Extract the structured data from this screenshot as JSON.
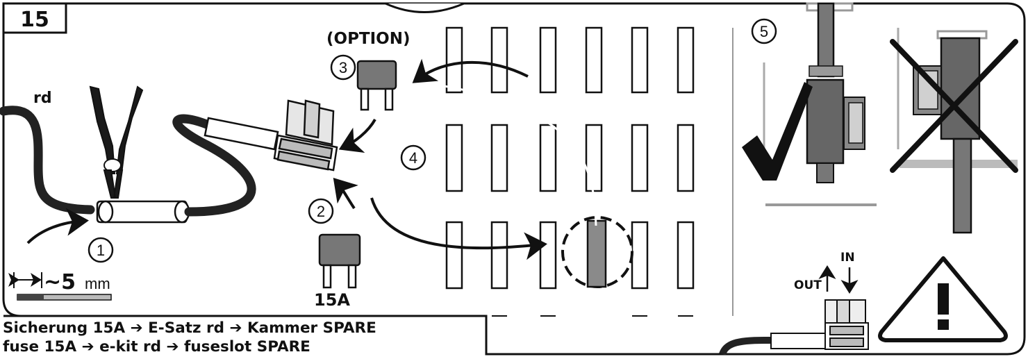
{
  "step_number": "15",
  "option_label": "(OPTION)",
  "wire_color_label": "rd",
  "fuse_rating_label": "15A",
  "strip_length": {
    "approx": "~5",
    "unit": "mm"
  },
  "steps": [
    "1",
    "2",
    "3",
    "4",
    "5"
  ],
  "in_label": "IN",
  "out_label": "OUT",
  "caption_de": "Sicherung 15A ➔ E-Satz rd ➔ Kammer SPARE",
  "caption_en": "fuse 15A ➔ e-kit rd ➔ fuseslot SPARE",
  "colors": {
    "outline": "#111111",
    "fuse_grey": "#777777",
    "light_grey": "#a6a6a6",
    "background": "#ffffff"
  }
}
